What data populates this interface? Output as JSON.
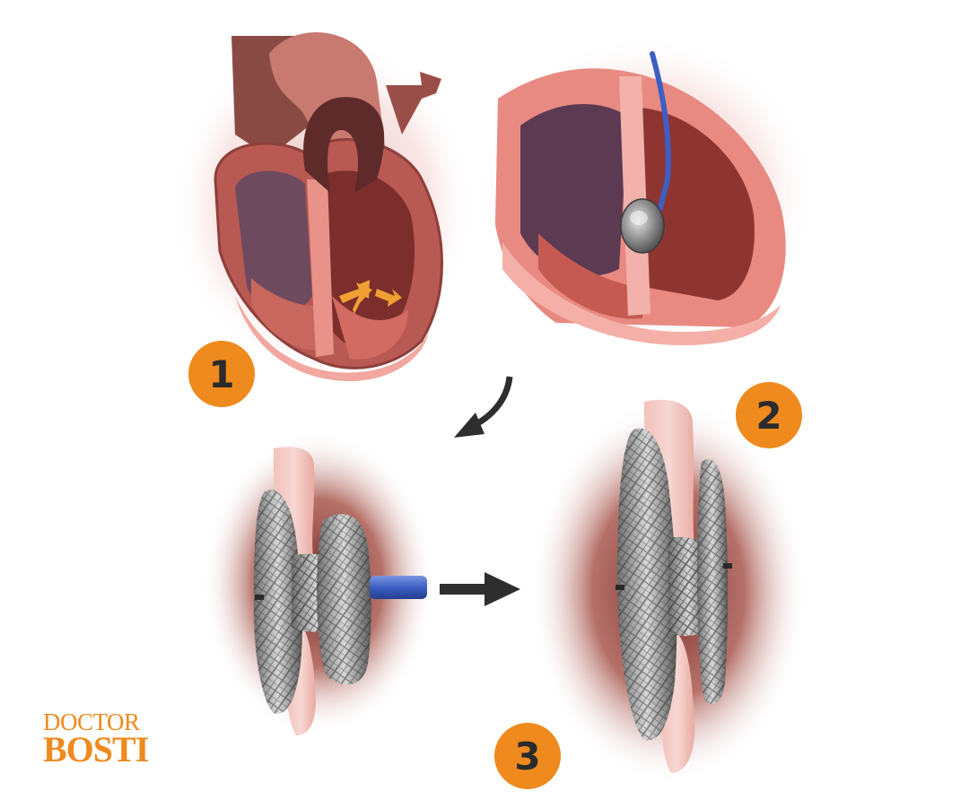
{
  "steps": [
    {
      "number": "1"
    },
    {
      "number": "2"
    },
    {
      "number": "3"
    }
  ],
  "logo": {
    "line1": "DOCTOR",
    "line2": "BOSTI"
  },
  "colors": {
    "badge": "#ef8a1e",
    "badge_text": "#2b2b2b",
    "myocardium": "#e88a82",
    "chamber": "#7a3a36",
    "device_mesh": "#3a3a3a",
    "catheter": "#3d5fc4",
    "arrow": "#2e2e2e"
  },
  "panels": [
    {
      "name": "heart-cross-section",
      "depicts": "septal defect with shunt arrows"
    },
    {
      "name": "heart-closeup-catheter",
      "depicts": "catheter delivering occluder"
    },
    {
      "name": "occluder-deploying",
      "depicts": "occluder attached to delivery cable"
    },
    {
      "name": "occluder-released",
      "depicts": "occluder seated in septum"
    }
  ]
}
